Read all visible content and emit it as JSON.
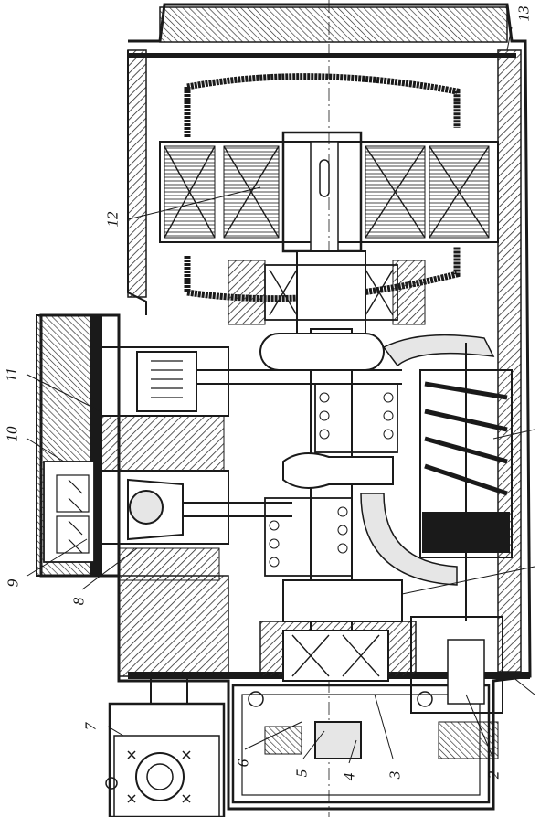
{
  "diagram": {
    "callouts": [
      {
        "id": "c13",
        "text": "13"
      },
      {
        "id": "c12",
        "text": "12"
      },
      {
        "id": "c11",
        "text": "11"
      },
      {
        "id": "c10",
        "text": "10"
      },
      {
        "id": "c9",
        "text": "9"
      },
      {
        "id": "c8",
        "text": "8"
      },
      {
        "id": "c7",
        "text": "7"
      },
      {
        "id": "c6",
        "text": "6"
      },
      {
        "id": "c5",
        "text": "5"
      },
      {
        "id": "c4",
        "text": "4"
      },
      {
        "id": "c3",
        "text": "3"
      },
      {
        "id": "c2",
        "text": "2"
      }
    ],
    "colors": {
      "ink": "#1a1a1a",
      "hatch": "#2a2a2a",
      "paper": "#ffffff",
      "shade": "#e6e6e6"
    }
  }
}
